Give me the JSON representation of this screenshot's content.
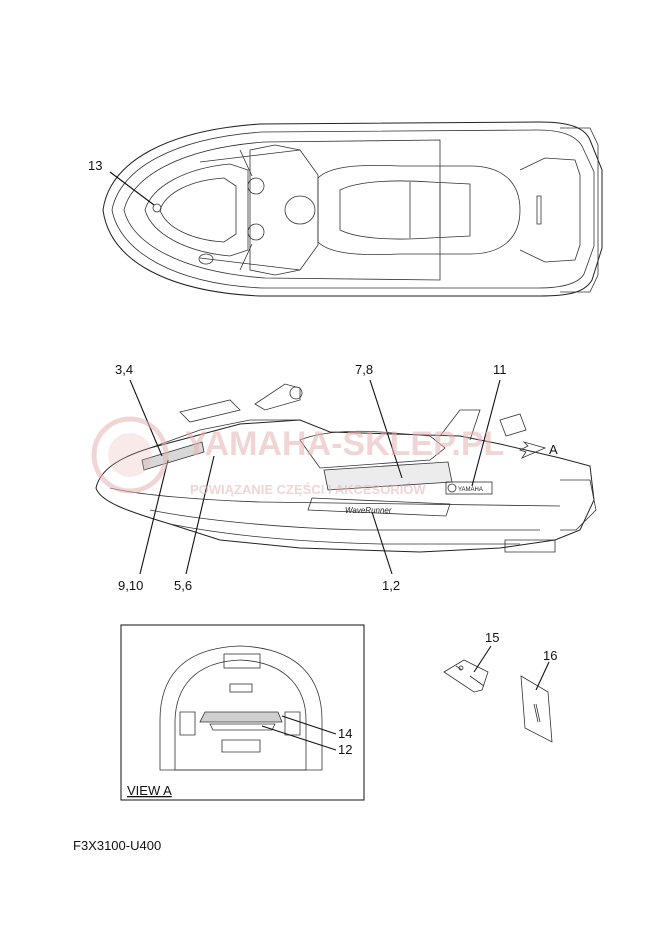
{
  "watermark": {
    "brand": "YAMAHA-SKLEP.PL",
    "tagline": "POWIĄZANIE CZĘŚCI I AKCESORIÓW",
    "color": "#e7b2b2"
  },
  "callouts": {
    "c13": "13",
    "c34": "3,4",
    "c78": "7,8",
    "c11": "11",
    "cA": "A",
    "c910": "9,10",
    "c56": "5,6",
    "c12b": "1,2",
    "c15": "15",
    "c16": "16",
    "c14": "14",
    "c12": "12"
  },
  "decals": {
    "waverunner": "WaveRunner",
    "yamaha": "YAMAHA"
  },
  "view_a": {
    "label": "VIEW A"
  },
  "part_code": "F3X3100-U400"
}
